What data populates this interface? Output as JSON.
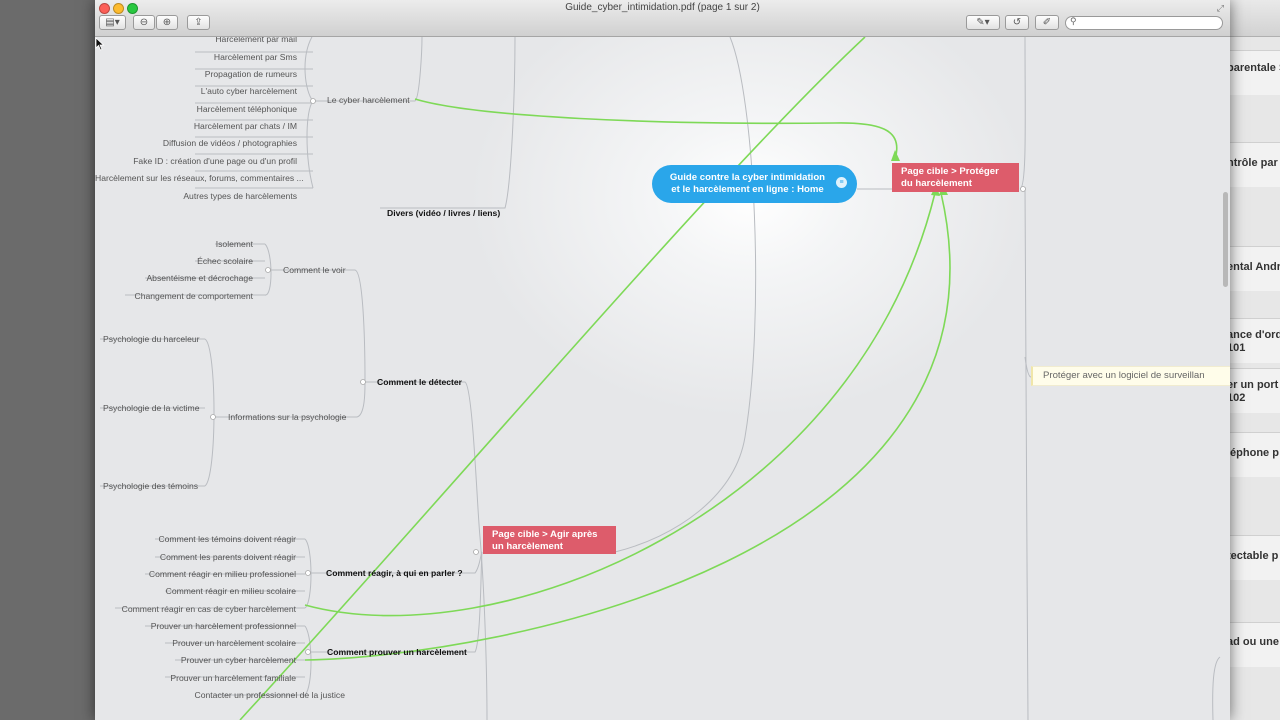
{
  "window": {
    "title": "Guide_cyber_intimidation.pdf (page 1 sur 2)"
  },
  "icons": {
    "sidebar": "sidebar-icon",
    "zoom_out": "zoom-out-icon",
    "zoom_in": "zoom-in-icon",
    "share": "share-icon",
    "annotate": "pen-icon",
    "rotate": "rotate-icon",
    "edit": "edit-icon",
    "search": "search-icon",
    "expand": "fullscreen-icon",
    "folded": "folded-branch-icon"
  },
  "colors": {
    "central": "#2aa6ea",
    "target": "#dd5c6b",
    "link": "#7ed957",
    "note": "#fffdea"
  },
  "mindmap": {
    "central": [
      "Guide contre la cyber intimidation",
      "et le harcèlement en ligne : Home"
    ],
    "target_protect": [
      "Page cible > Protéger",
      "du harcèlement"
    ],
    "target_act": [
      "Page cible > Agir après",
      "un harcèlement"
    ],
    "note": "Protéger avec un logiciel de surveillan",
    "cyber_harcelement": {
      "label": "Le cyber harcèlement",
      "items": [
        "Harcèlement par mail",
        "Harcèlement par Sms",
        "Propagation de rumeurs",
        "L'auto cyber harcèlement",
        "Harcèlement téléphonique",
        "Harcèlement par chats / IM",
        "Diffusion de vidéos / photographies",
        "Fake ID : création d'une page ou d'un profil",
        "Harcèlement sur les réseaux, forums, commentaires ...",
        "Autres types de harcèlements"
      ]
    },
    "divers": "Divers (vidéo / livres / liens)",
    "detecter": {
      "label": "Comment le détecter",
      "voir": {
        "label": "Comment le voir",
        "items": [
          "Isolement",
          "Échec scolaire",
          "Absentéisme et décrochage",
          "Changement de comportement"
        ]
      },
      "psychologie": {
        "label": "Informations sur la psychologie",
        "items": [
          "Psychologie du harceleur",
          "Psychologie de la victime",
          "Psychologie des témoins"
        ]
      }
    },
    "reagir": {
      "label": "Comment réagir, à qui en parler ?",
      "items": [
        "Comment les témoins doivent réagir",
        "Comment les parents doivent réagir",
        "Comment réagir en milieu professionel",
        "Comment réagir en milieu scolaire",
        "Comment réagir en cas de cyber harcèlement"
      ]
    },
    "prouver": {
      "label": "Comment prouver un harcèlement",
      "items": [
        "Prouver un harcèlement professionnel",
        "Prouver un harcèlement scolaire",
        "Prouver un cyber harcèlement",
        "Prouver un harcèlement familiale"
      ]
    },
    "contacter": "Contacter un professionnel de la justice"
  },
  "background_window": {
    "partial_labels": [
      "parentale S",
      "ntrôle par",
      "ental Andr",
      "ance d'ord",
      "101",
      "er un port",
      "102",
      "léphone p",
      "tectable p",
      "ad ou une"
    ]
  }
}
